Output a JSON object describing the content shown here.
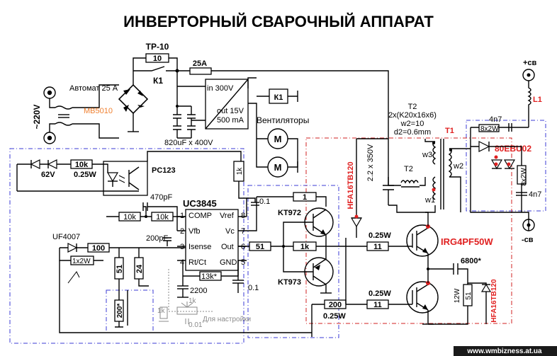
{
  "title": "ИНВЕРТОРНЫЙ СВАРОЧНЫЙ АППАРАТ",
  "watermark": "www.wmbizness.at.ua",
  "colors": {
    "accent_red": "#e02020",
    "dash_blue": "#3b3bd6",
    "orange": "#f08030",
    "gray": "#8a8a8a"
  },
  "labels": {
    "tp10": "ТР-10",
    "r10": "10",
    "k1": "К1",
    "k1_box": "К1",
    "fuse": "25А",
    "avtomat": "Автомат 25 А",
    "mb": "MB5010",
    "v220": "~220V",
    "in300": "in 300V",
    "out15": "out 15V",
    "ma500": "500 mA",
    "fans": "Вентиляторы",
    "caps": "820uF x 400V",
    "plus_sv": "+св",
    "minus_sv": "-св",
    "l1": "L1",
    "t2_l1": "T2",
    "t2_l2": "2x(K20x16x6)",
    "t2_l3": "w2=10",
    "t2_l4": "d2=0.6mm",
    "t1": "T1",
    "t2_small": "T2",
    "w1": "w1",
    "w2": "w2",
    "w3": "w3",
    "c4n7a": "4n7",
    "c4n7b": "4n7",
    "r8x2w": "8x2W",
    "r8x2w_b": "8x2W",
    "ebu": "80EBU02",
    "cap22": "2.2 x 350V",
    "hfa1": "HFA16TB120",
    "hfa2": "HFA16TB120",
    "irg": "IRG4PF50W",
    "c6800": "6800*",
    "r12w": "12W",
    "r51b": "51",
    "d62v": "62V",
    "r10k": "10k",
    "p025": "0.25W",
    "pc123": "PC123",
    "r1k": "1k",
    "c470": "470pF",
    "uc": "UC3845",
    "r10k2": "10k",
    "r10k3": "10k",
    "comp": "COMP",
    "vref": "Vref",
    "vfb": "Vfb",
    "vc": "Vc",
    "isense": "Isense",
    "out": "Out",
    "rtct": "Rt/Ct",
    "gnd": "GND",
    "p1": "1",
    "p2": "2",
    "p3": "3",
    "p4": "4",
    "p5": "5",
    "p6": "6",
    "p7": "7",
    "p8": "8",
    "c01a": "0.1",
    "c01b": "0.1",
    "c200pf": "200pF",
    "r13k": "13k*",
    "c2200": "2200",
    "uf4007": "UF4007",
    "r100": "100",
    "r1x2w": "1x2W",
    "r51": "51",
    "r24": "24",
    "r200s": "200*",
    "r1": "1",
    "kt972": "KT972",
    "kt973": "KT973",
    "r51g": "51",
    "r1k2": "1k",
    "r025a": "0.25W",
    "r11a": "11",
    "r025b": "0.25W",
    "r11b": "11",
    "r200": "200",
    "r025c": "0.25W",
    "adj1k": "1k",
    "adj1k2": "1k",
    "adj001": "0.01",
    "adj_label": "Для настройки"
  }
}
